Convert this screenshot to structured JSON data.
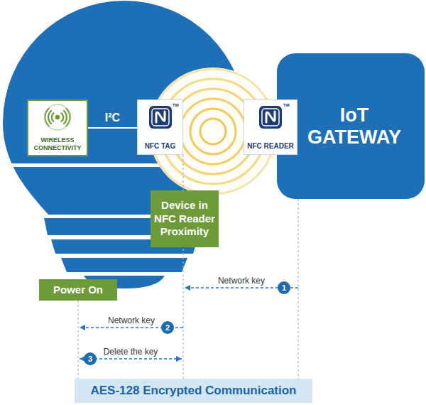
{
  "diagram": {
    "nodes": [
      {
        "text": [
          "WIRELESS CONNECTIVITY"
        ]
      },
      {
        "text": [
          "NFC TAG"
        ]
      },
      {
        "text": [
          "IoT GATEWAY"
        ]
      },
      {
        "text": [
          "NFC READER"
        ],
        "in": 2
      },
      {
        "text": [
          "Device in NFC Reader Proximity"
        ]
      },
      {
        "text": [
          "Power On"
        ]
      },
      {
        "text": [
          "AES-128 Encrypted Communication"
        ]
      }
    ],
    "edges": [
      {
        "from": 0,
        "to": 1,
        "arrow": "none",
        "label": "I²C"
      },
      {
        "from": 2,
        "to": 1,
        "arrow": "to",
        "label": "Network key"
      },
      {
        "from": 1,
        "to": 0,
        "arrow": "to",
        "label": "Network key"
      },
      {
        "from": 0,
        "to": 1,
        "arrow": "both",
        "label": "Delete the key"
      }
    ],
    "labels": [
      "TM",
      "TM",
      "1",
      "2",
      "3"
    ]
  }
}
